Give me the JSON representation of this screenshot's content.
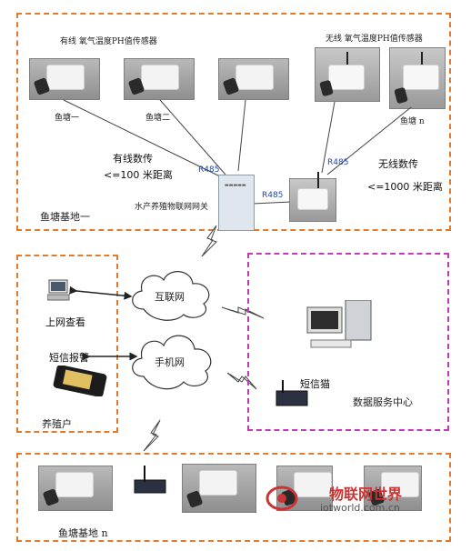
{
  "pond1": {
    "wired_title": "有线 氧气温度PH值传感器",
    "wireless_title": "无线 氧气温度PH值传感器",
    "pond_labels": [
      "鱼塘一",
      "鱼塘二",
      "鱼塘 n"
    ],
    "wired_text_1": "有线数传",
    "wired_text_2": "<=100 米距离",
    "wireless_text_1": "无线数传",
    "wireless_text_2": "<=1000 米距离",
    "r485": "R485",
    "gateway_label": "水产养殖物联网网关",
    "base_label": "鱼塘基地一"
  },
  "farmer": {
    "web_label": "上网查看",
    "sms_label": "短信报警",
    "area_label": "养殖户"
  },
  "network": {
    "internet": "互联网",
    "mobile": "手机网"
  },
  "datacenter": {
    "modem_label": "短信猫",
    "center_label": "数据服务中心"
  },
  "pondn": {
    "base_label": "鱼塘基地 n"
  },
  "watermark": {
    "brand": "物联网世界",
    "url": "iotworld.com.cn"
  },
  "colors": {
    "orange_border": "#e27a2a",
    "magenta_border": "#c23ab8",
    "r485_blue": "#1f4aa8"
  }
}
